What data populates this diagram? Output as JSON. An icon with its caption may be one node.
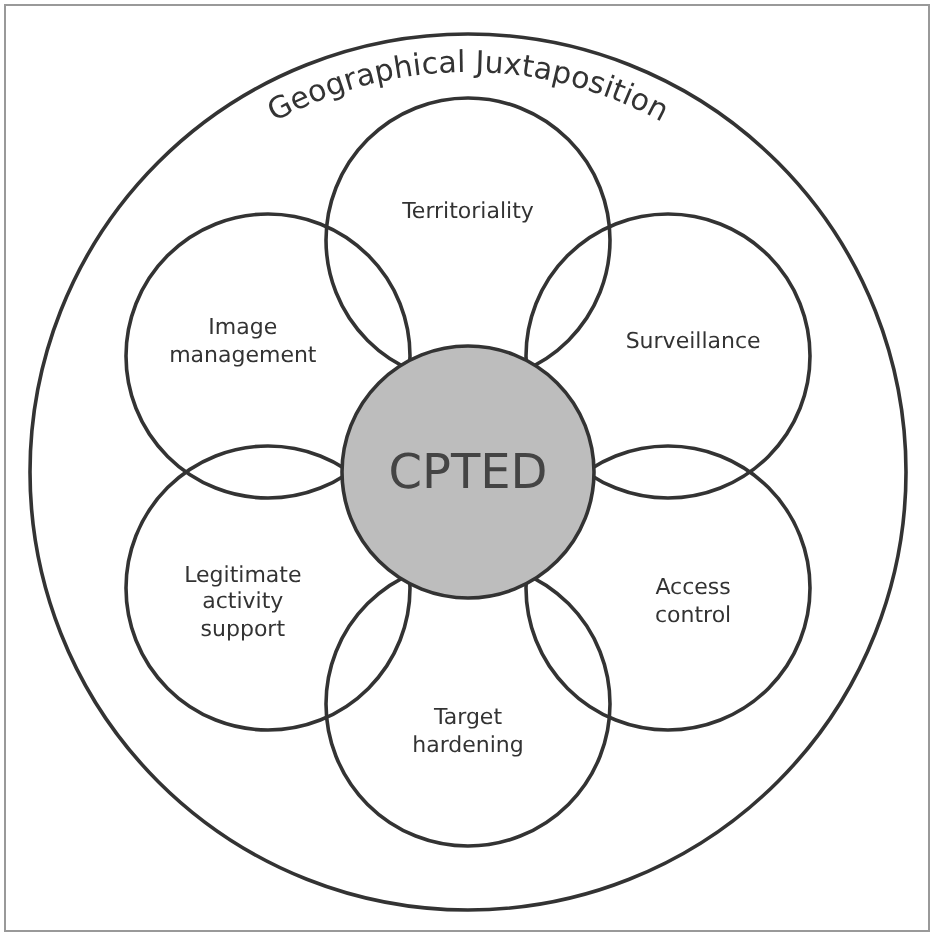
{
  "diagram": {
    "nodes": [
      {
        "text": [
          "Geographical Juxtaposition"
        ]
      },
      {
        "text": [
          "Territoriality"
        ],
        "in": 0
      },
      {
        "text": [
          "Surveillance"
        ],
        "in": 0
      },
      {
        "text": [
          "Access control"
        ],
        "in": 0
      },
      {
        "text": [
          "Target hardening"
        ],
        "in": 0
      },
      {
        "text": [
          "Legitimate activity support"
        ],
        "in": 0
      },
      {
        "text": [
          "Image management"
        ],
        "in": 0
      },
      {
        "text": [
          "CPTED"
        ],
        "in": 0
      }
    ],
    "edges": []
  }
}
